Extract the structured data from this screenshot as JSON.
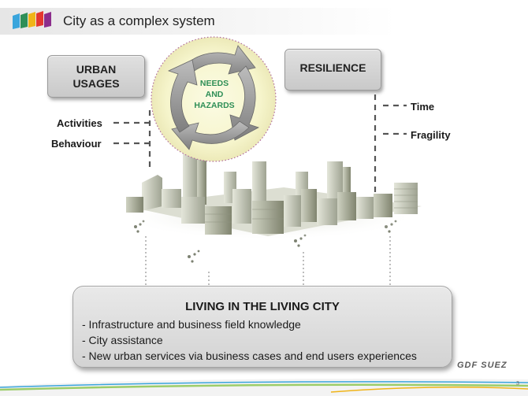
{
  "header": {
    "title": "City as a complex system"
  },
  "logo": {
    "icon": "color-blocks-icon",
    "colors": [
      "#3aa5dc",
      "#2f8f57",
      "#f0b418",
      "#e4382f",
      "#8c2d8c"
    ]
  },
  "urban_usages": {
    "line1": "URBAN",
    "line2": "USAGES"
  },
  "resilience": {
    "label": "RESILIENCE"
  },
  "cycle": {
    "line1": "NEEDS",
    "line2": "AND",
    "line3": "HAZARDS"
  },
  "left_labels": [
    "Activities",
    "Behaviour"
  ],
  "right_labels": [
    "Time",
    "Fragility"
  ],
  "living_city": {
    "title": "LIVING IN THE LIVING CITY",
    "bullets": [
      "- Infrastructure and  business field knowledge",
      "- City assistance",
      "- New urban services via business cases and end users experiences"
    ]
  },
  "footer": {
    "brand": "GDF SUEZ",
    "page_number": "3"
  },
  "colors": {
    "accent_green": "#2f8f57",
    "box_grey": "#cfcfcf"
  }
}
